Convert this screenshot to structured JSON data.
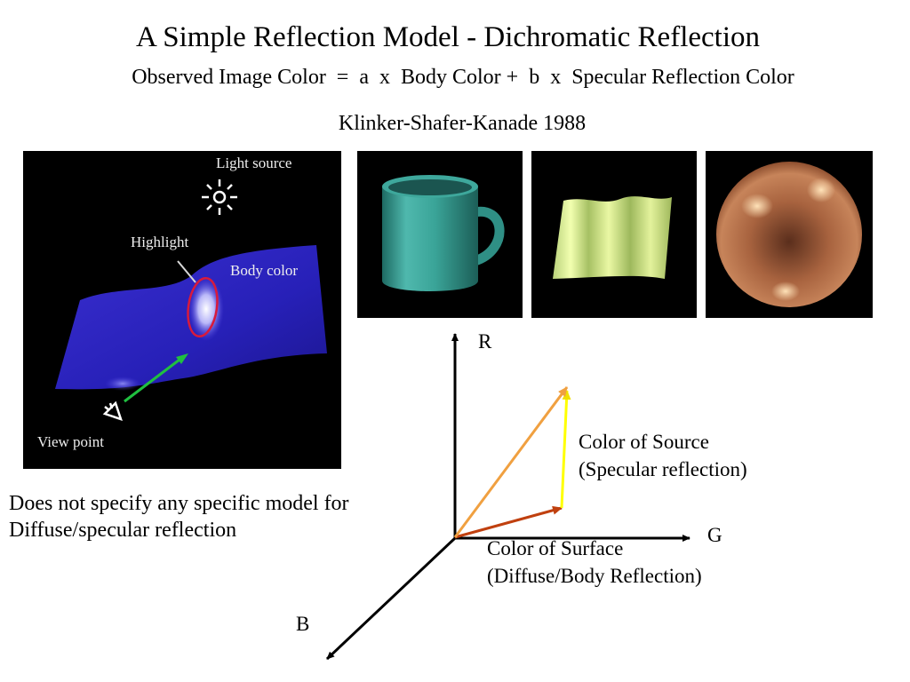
{
  "slide": {
    "title": "A Simple Reflection Model - Dichromatic Reflection",
    "equation": "Observed Image Color  =  a  x  Body Color +  b  x  Specular Reflection Color",
    "citation": "Klinker-Shafer-Kanade 1988",
    "note_lines": [
      "Does not specify any specific model for",
      "Diffuse/specular reflection"
    ]
  },
  "illustration": {
    "light_source": "Light source",
    "highlight": "Highlight",
    "body_color": "Body color",
    "view_point": "View point"
  },
  "examples": [
    {
      "name": "mug"
    },
    {
      "name": "wavy-sheet"
    },
    {
      "name": "sphere"
    }
  ],
  "color_space": {
    "axes": {
      "r": "R",
      "g": "G",
      "b": "B"
    },
    "source_label": [
      "Color of Source",
      "(Specular reflection)"
    ],
    "surface_label": [
      "Color of Surface",
      "(Diffuse/Body Reflection)"
    ],
    "colors": {
      "body_vector": "#c0400f",
      "specular_vector": "#ffff00",
      "sum_vector": "#f0a040",
      "axis": "#000000"
    }
  }
}
